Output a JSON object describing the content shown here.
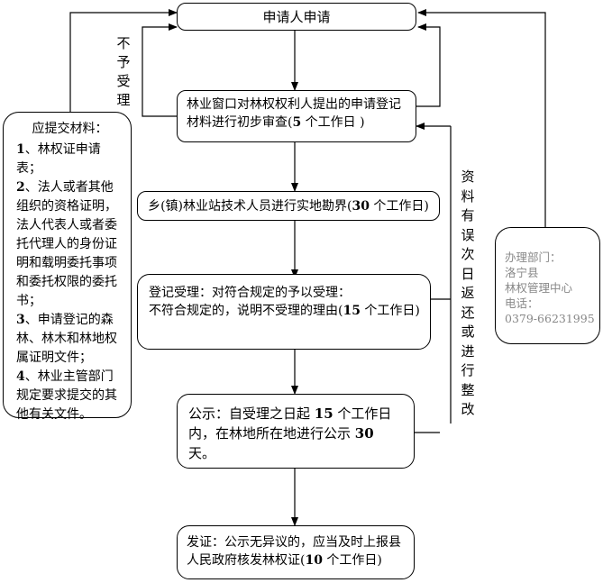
{
  "nodes": {
    "applicant": "申请人申请",
    "initial_review": {
      "text": "林业窗口对林权权利人提出的申请登记材料进行初步审查(",
      "days": "5",
      "tail": " 个工作日 )"
    },
    "survey": {
      "text": "乡(镇)林业站技术人员进行实地勘界(",
      "days": "30",
      "tail": " 个工作日)"
    },
    "acceptance": {
      "line1": "登记受理：对符合规定的予以受理：",
      "line2": "不符合规定的，说明不受理的理由(",
      "days": "15",
      "tail": " 个工作日)"
    },
    "publicity": {
      "text1": "公示：自受理之日起 ",
      "days": "15",
      "text2": " 个工作日内，在林地所在地进行公示 ",
      "days2": "30",
      "text3": " 天。"
    },
    "issuance": {
      "text": "发证：公示无异议的，应当及时上报县人民政府核发林权证(",
      "days": "10",
      "tail": " 个工作日)"
    }
  },
  "materials": {
    "title": "应提交材料：",
    "items": [
      {
        "num": "1",
        "text": "、林权证申请表；"
      },
      {
        "num": "2",
        "text": "、法人或者其他组织的资格证明，法人代表人或者委托代理人的身份证明和载明委托事项和委托权限的委托书；"
      },
      {
        "num": "3",
        "text": "、申请登记的森林、林木和林地权属证明文件；"
      },
      {
        "num": "4",
        "text": "、林业主管部门规定要求提交的其他有关文件。"
      }
    ]
  },
  "contact": {
    "line1": "办理部门：",
    "line2": "洛宁县",
    "line3": "林权管理中心",
    "line4": "电话：",
    "phone": "0379-66231995"
  },
  "labels": {
    "not_accepted": "不予受理",
    "return_note": "资料有误次日返还或进行整改"
  },
  "colors": {
    "line": "#000000",
    "contact_text": "#888888"
  }
}
